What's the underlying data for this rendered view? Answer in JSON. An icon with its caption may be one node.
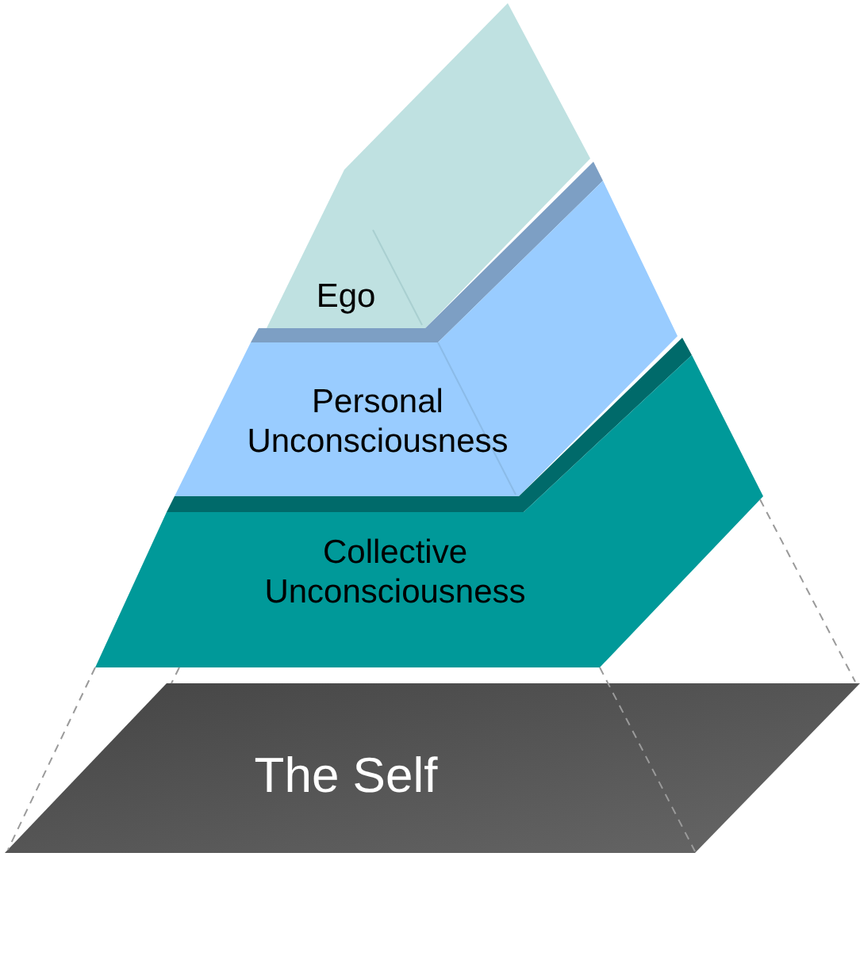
{
  "diagram": {
    "nodes": [
      {
        "text": [
          "Ego"
        ]
      },
      {
        "text": [
          "Personal Unconsciousness"
        ]
      },
      {
        "text": [
          "Collective Unconsciousness"
        ]
      },
      {
        "text": [
          "The Self"
        ]
      }
    ],
    "edges": [
      {
        "from": 2,
        "to": 3,
        "arrow": "none",
        "style": "dashed"
      },
      {
        "from": 2,
        "to": 3,
        "arrow": "none",
        "style": "dashed"
      },
      {
        "from": 2,
        "to": 3,
        "arrow": "none",
        "style": "dashed"
      },
      {
        "from": 2,
        "to": 3,
        "arrow": "none",
        "style": "dashed"
      }
    ]
  }
}
